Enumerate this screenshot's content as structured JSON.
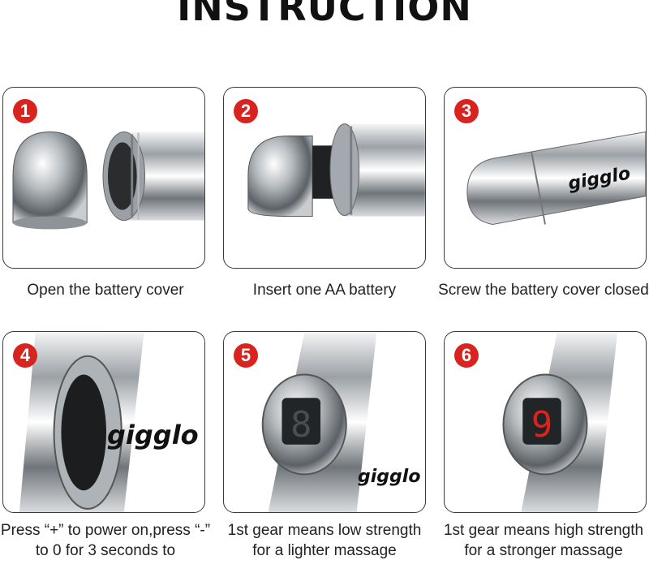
{
  "title": "INSTRUCTION",
  "brand": "gigglo",
  "steps": [
    {
      "number": "1",
      "caption": "Open the battery cover"
    },
    {
      "number": "2",
      "caption": "Insert one AA battery"
    },
    {
      "number": "3",
      "caption": "Screw the battery cover closed"
    },
    {
      "number": "4",
      "caption": "Press “+” to power on,press “-” to 0 for 3 seconds to"
    },
    {
      "number": "5",
      "caption": "1st gear means low strength for a lighter massage"
    },
    {
      "number": "6",
      "caption": "1st gear means high strength for a stronger massage"
    }
  ],
  "displays": {
    "step5": "8",
    "step6": "9"
  },
  "colors": {
    "badge": "#d9231f",
    "display_red": "#e0221c",
    "chrome": "#c8ccd0"
  }
}
